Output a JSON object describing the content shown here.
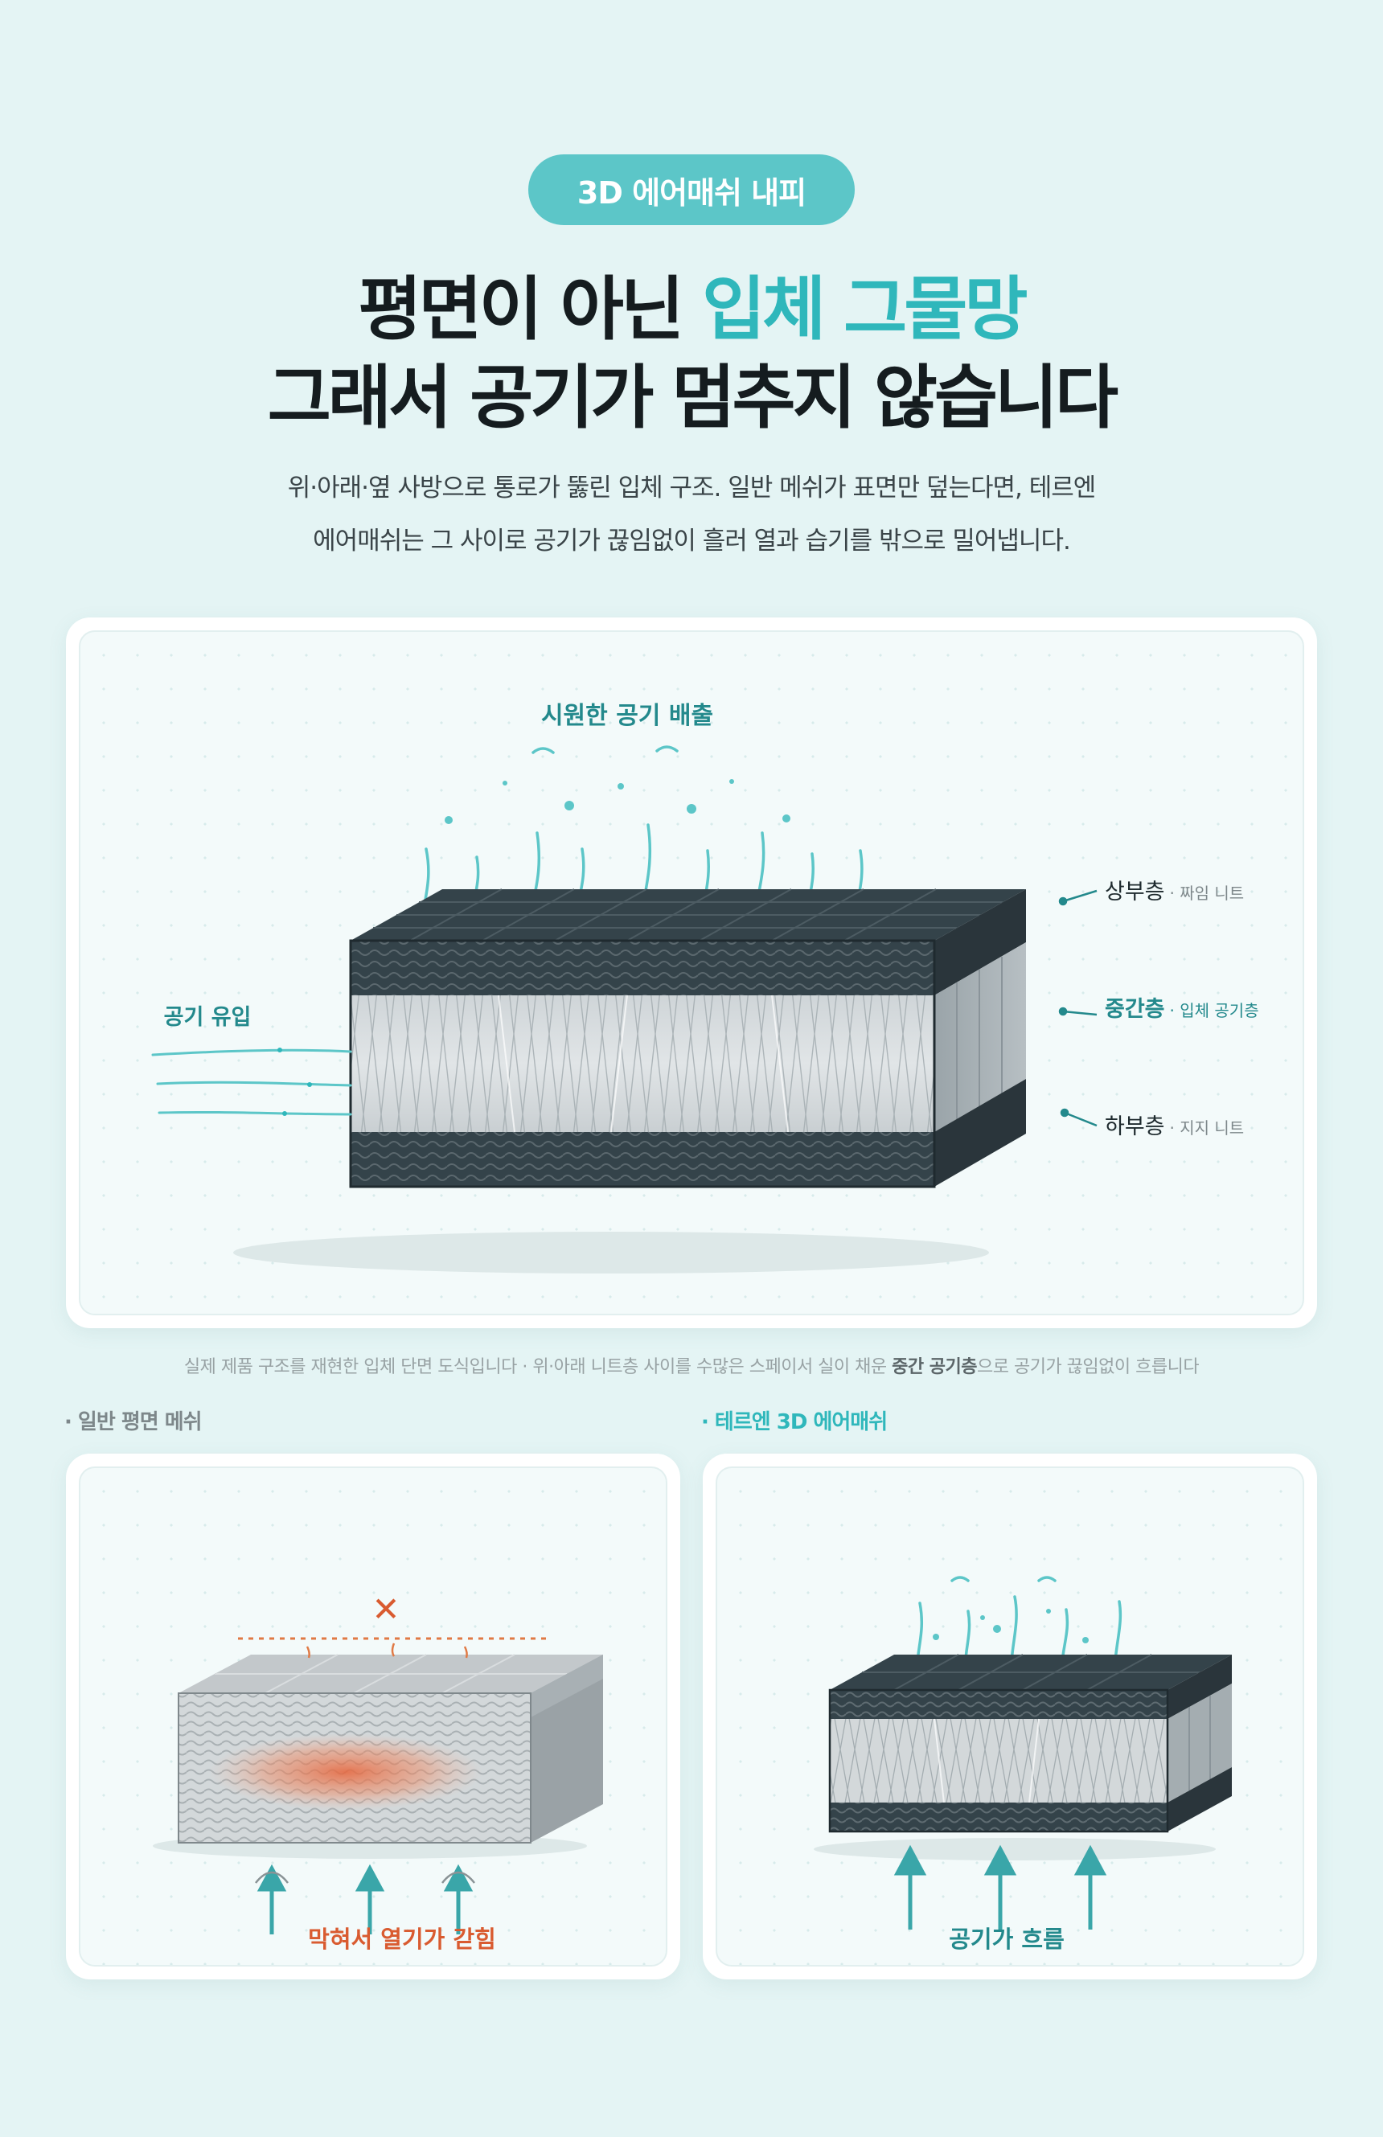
{
  "badge": "3D 에어매쉬 내피",
  "headline": {
    "line1_prefix": "평면이 아닌 ",
    "line1_highlight": "입체 그물망",
    "line2": "그래서 공기가 멈추지 않습니다"
  },
  "description": {
    "line1": "위·아래·옆 사방으로 통로가 뚫린 입체 구조. 일반 메쉬가 표면만 덮는다면, 테르엔",
    "line2": "에어매쉬는 그 사이로 공기가 끊임없이 흘러 열과 습기를 밖으로 밀어냅니다."
  },
  "diagram": {
    "top_label": "시원한 공기 배출",
    "left_label": "공기 유입",
    "layers": [
      {
        "name": "상부층",
        "sub": "· 짜임 니트",
        "highlight": false
      },
      {
        "name": "중간층",
        "sub": "· 입체 공기층",
        "highlight": true
      },
      {
        "name": "하부층",
        "sub": "· 지지 니트",
        "highlight": false
      }
    ]
  },
  "caption": {
    "prefix": "실제 제품 구조를 재현한 입체 단면 도식입니다 · 위·아래 니트층 사이를 수많은 스페이서 실이 채운 ",
    "bold": "중간 공기층",
    "suffix": "으로 공기가 끊임없이 흐릅니다"
  },
  "compare": {
    "left": {
      "label": "· 일반 평면 메쉬",
      "bottom_text": "막혀서 열기가 갇힘",
      "mark": "✕"
    },
    "right": {
      "label": "· 테르엔 3D 에어매쉬",
      "bottom_text": "공기가 흐름"
    }
  },
  "colors": {
    "teal": "#2fb7bb",
    "teal_dark": "#23898c",
    "orange": "#d95b30",
    "background": "#e4f4f4",
    "dark_knit": "#2e3a40"
  }
}
